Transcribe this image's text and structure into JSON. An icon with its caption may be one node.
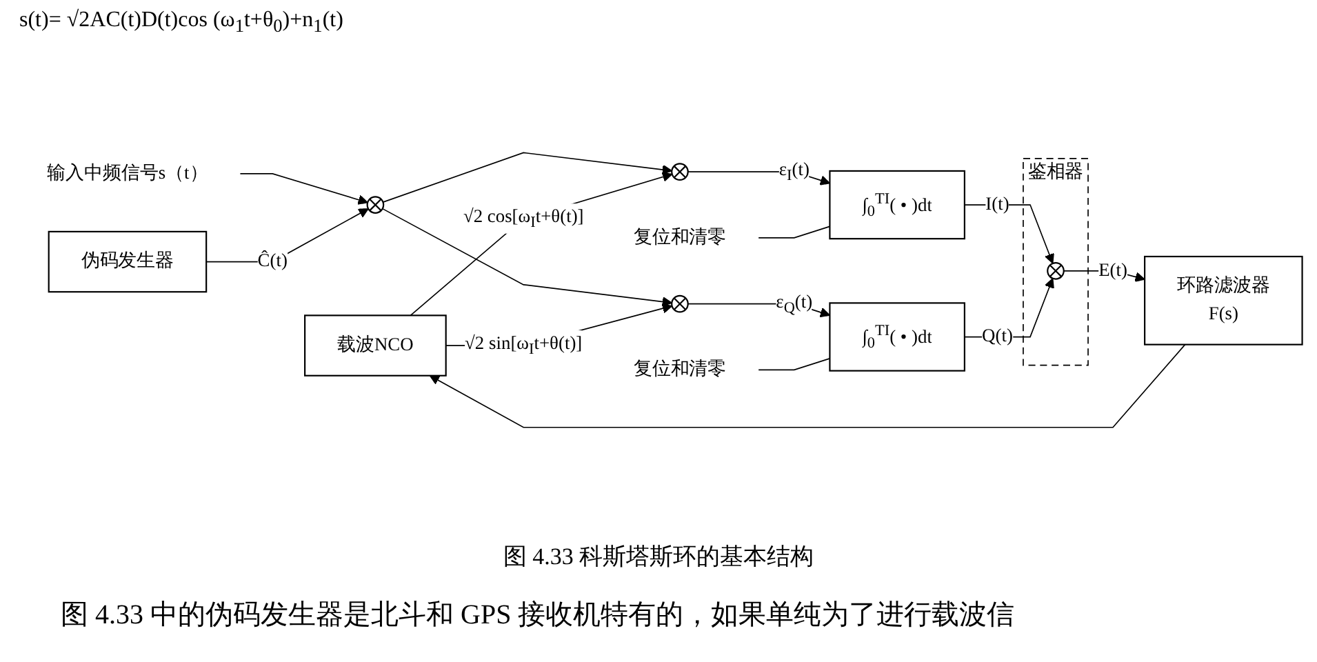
{
  "diagram": {
    "caption": "图 4.33 科斯塔斯环的基本结构",
    "nodes": [
      {
        "text": [
          "输入中频信号s（t）"
        ]
      },
      {
        "text": [],
        "shape": "circle"
      },
      {
        "text": [
          "伪码发生器"
        ]
      },
      {
        "text": [],
        "shape": "circle"
      },
      {
        "text": [
          "∫$_{0}$$^{TI}$( • )dt"
        ]
      },
      {
        "text": [
          "复位和清零"
        ]
      },
      {
        "text": [
          "载波NCO"
        ]
      },
      {
        "text": [
          "环路滤波器",
          "F(s)"
        ]
      },
      {
        "text": [
          "鉴相器"
        ]
      },
      {
        "text": [],
        "shape": "circle",
        "in": 8
      },
      {
        "text": [],
        "shape": "circle"
      },
      {
        "text": [
          "∫$_{0}$$^{TI}$( • )dt"
        ]
      },
      {
        "text": [
          "复位和清零"
        ]
      }
    ],
    "edges": [
      {
        "from": 0,
        "to": 1,
        "arrow": "to"
      },
      {
        "from": 2,
        "to": 1,
        "arrow": "to",
        "label": "Ĉ(t)"
      },
      {
        "from": 1,
        "to": 3,
        "arrow": "to"
      },
      {
        "from": 1,
        "to": 10,
        "arrow": "to"
      },
      {
        "from": 3,
        "to": 4,
        "arrow": "to",
        "label": "ε$_{I}$(t)"
      },
      {
        "from": 5,
        "to": 4,
        "arrow": "none"
      },
      {
        "from": 6,
        "to": 3,
        "arrow": "to",
        "label": "√2 cos[ω$_{I}$t+θ(t)]"
      },
      {
        "from": 6,
        "to": 10,
        "arrow": "to",
        "label": "√2 sin[ω$_{I}$t+θ(t)]"
      },
      {
        "from": 10,
        "to": 11,
        "arrow": "to",
        "label": "ε$_{Q}$(t)"
      },
      {
        "from": 12,
        "to": 11,
        "arrow": "none"
      },
      {
        "from": 4,
        "to": 9,
        "arrow": "to",
        "label": "I(t)"
      },
      {
        "from": 11,
        "to": 9,
        "arrow": "to",
        "label": "Q(t)"
      },
      {
        "from": 9,
        "to": 7,
        "arrow": "to",
        "label": "E(t)"
      },
      {
        "from": 7,
        "to": 6,
        "arrow": "to"
      }
    ],
    "labels": [
      "s(t)= √2AC(t)D(t)cos (ω$_{1}$t+θ$_{0}$)+n$_{1}$(t)",
      "图 4.33 中的伪码发生器是北斗和 GPS 接收机特有的，如果单纯为了进行载波信"
    ]
  }
}
